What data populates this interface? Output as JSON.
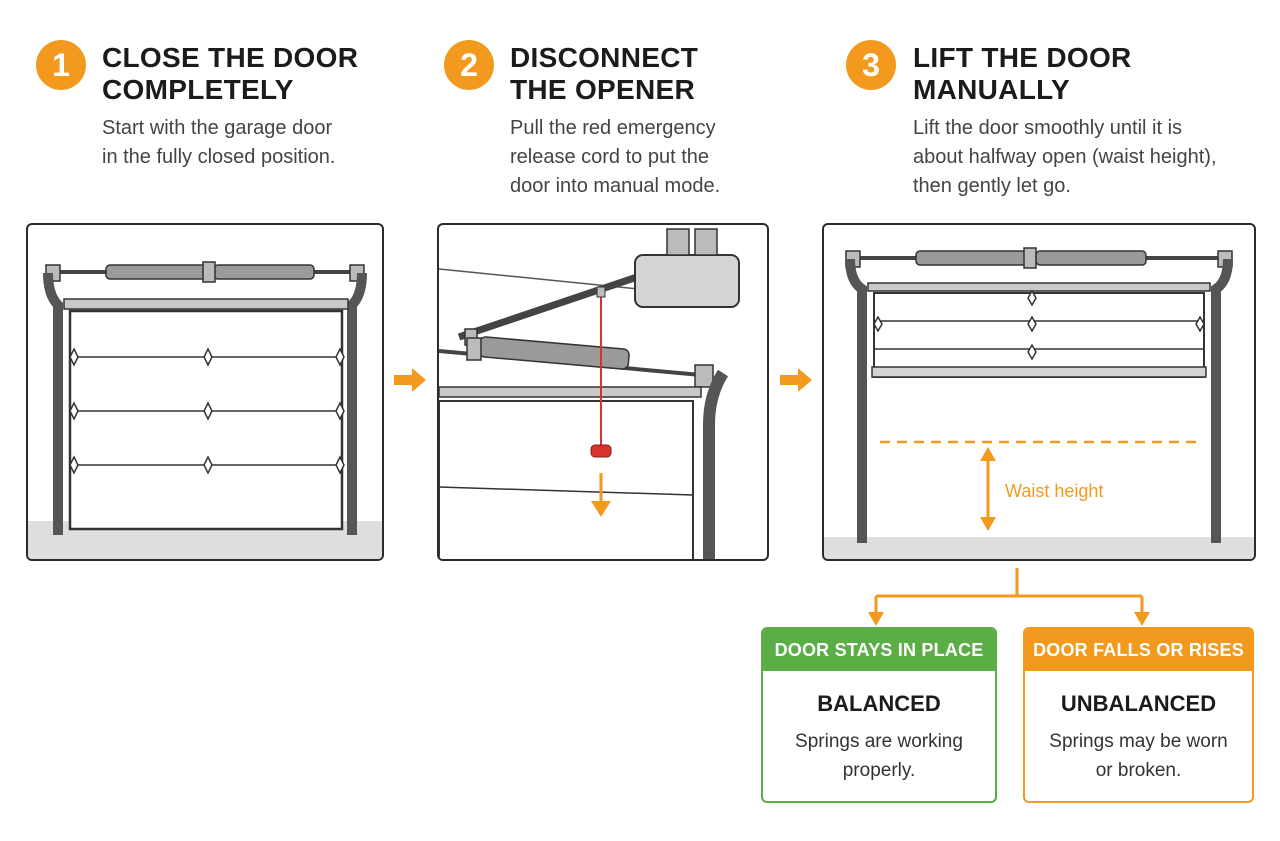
{
  "accent": "#F39A1E",
  "accent_green": "#5AAE45",
  "release_cord_color": "#D9342B",
  "steps": [
    {
      "number": "1",
      "title_line1": "CLOSE THE DOOR",
      "title_line2": "COMPLETELY",
      "desc_lines": [
        "Start with the garage door",
        "in the fully closed position."
      ]
    },
    {
      "number": "2",
      "title_line1": "DISCONNECT",
      "title_line2": "THE OPENER",
      "desc_lines": [
        "Pull the red emergency",
        "release cord to put the",
        "door into manual mode."
      ]
    },
    {
      "number": "3",
      "title_line1": "LIFT THE DOOR",
      "title_line2": "MANUALLY",
      "desc_lines": [
        "Lift the door smoothly until it is",
        "about halfway open (waist height),",
        "then gently let go."
      ]
    }
  ],
  "waist_label": "Waist height",
  "results": [
    {
      "header": "DOOR STAYS IN PLACE",
      "status": "BALANCED",
      "detail": "Springs are working properly.",
      "color": "#5AAE45"
    },
    {
      "header": "DOOR FALLS OR RISES",
      "status": "UNBALANCED",
      "detail": "Springs may be worn or broken.",
      "color": "#F39A1E"
    }
  ],
  "icons": [
    "step-number-badge",
    "right-arrow-icon",
    "down-arrow-icon",
    "double-arrow-icon",
    "branch-connector"
  ]
}
